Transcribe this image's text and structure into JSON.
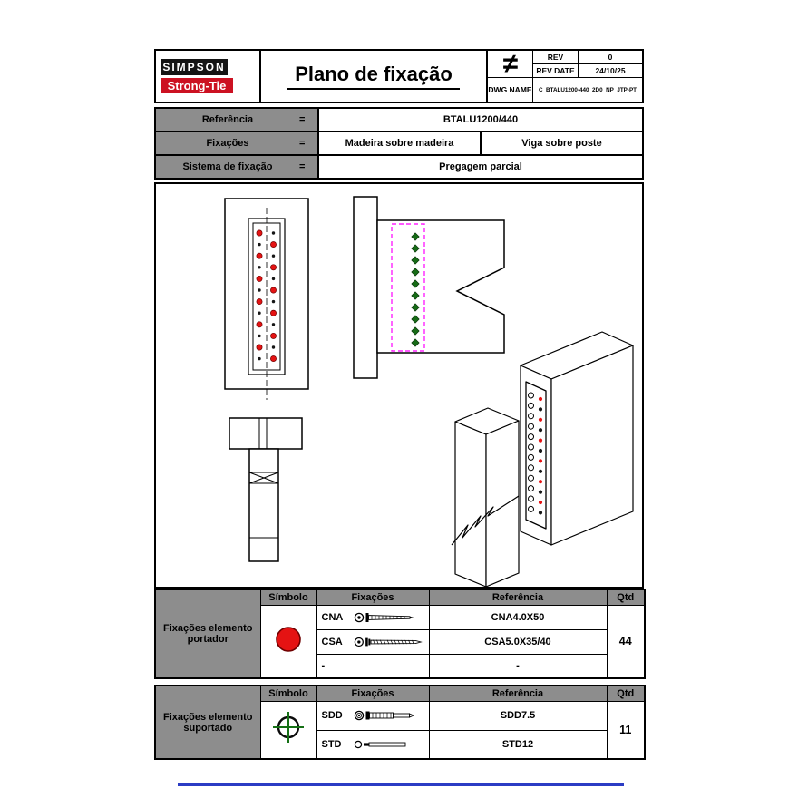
{
  "header": {
    "logo_top": "SIMPSON",
    "logo_bottom": "Strong-Tie",
    "title": "Plano de fixação",
    "neq": "≠",
    "rev": {
      "label": "REV",
      "value": "0"
    },
    "rev_date": {
      "label": "REV DATE",
      "value": "24/10/25"
    },
    "dwg": {
      "label": "DWG NAME",
      "value": "C_BTALU1200-440_2D0_NP_JTP-PT"
    }
  },
  "info": {
    "rows": [
      {
        "label": "Referência",
        "eq": "=",
        "values": [
          "BTALU1200/440"
        ]
      },
      {
        "label": "Fixações",
        "eq": "=",
        "values": [
          "Madeira sobre madeira",
          "Viga sobre poste"
        ]
      },
      {
        "label": "Sistema de fixação",
        "eq": "=",
        "values": [
          "Pregagem parcial"
        ]
      }
    ]
  },
  "portador": {
    "group_label": "Fixações elemento portador",
    "col_simbolo": "Símbolo",
    "col_fixacoes": "Fixações",
    "col_referencia": "Referência",
    "col_qtd": "Qtd",
    "symbol": "red-circle",
    "rows": [
      {
        "code": "CNA",
        "icon": "cna-nail",
        "ref": "CNA4.0X50"
      },
      {
        "code": "CSA",
        "icon": "csa-screw",
        "ref": "CSA5.0X35/40"
      },
      {
        "code": "-",
        "icon": "",
        "ref": "-"
      }
    ],
    "qty": "44"
  },
  "suportado": {
    "group_label": "Fixações elemento suportado",
    "col_simbolo": "Símbolo",
    "col_fixacoes": "Fixações",
    "col_referencia": "Referência",
    "col_qtd": "Qtd",
    "symbol": "crosshair",
    "rows": [
      {
        "code": "SDD",
        "icon": "sdd-screw",
        "ref": "SDD7.5"
      },
      {
        "code": "STD",
        "icon": "std-dowel",
        "ref": "STD12"
      }
    ],
    "qty": "11"
  },
  "colors": {
    "table_gray": "#8d8d8d",
    "logo_black": "#141414",
    "logo_red": "#cc1122",
    "symbol_red": "#e51313",
    "diamond_green": "#166b16",
    "crosshair_green": "#157015",
    "dashed_magenta": "#ff22ff",
    "footer_blue": "#2b3cc4"
  }
}
